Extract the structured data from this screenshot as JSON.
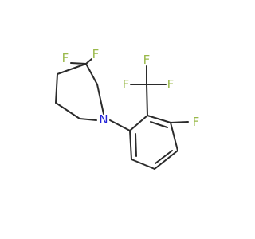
{
  "molecule": {
    "colors": {
      "bond": "#2b2b2b",
      "fluorine": "#99b94a",
      "nitrogen": "#2323d8"
    },
    "labels": {
      "n1": "N",
      "f_gem_left": "F",
      "f_gem_right": "F",
      "f_cf3_left": "F",
      "f_cf3_top": "F",
      "f_cf3_right": "F",
      "f_aryl": "F"
    }
  }
}
